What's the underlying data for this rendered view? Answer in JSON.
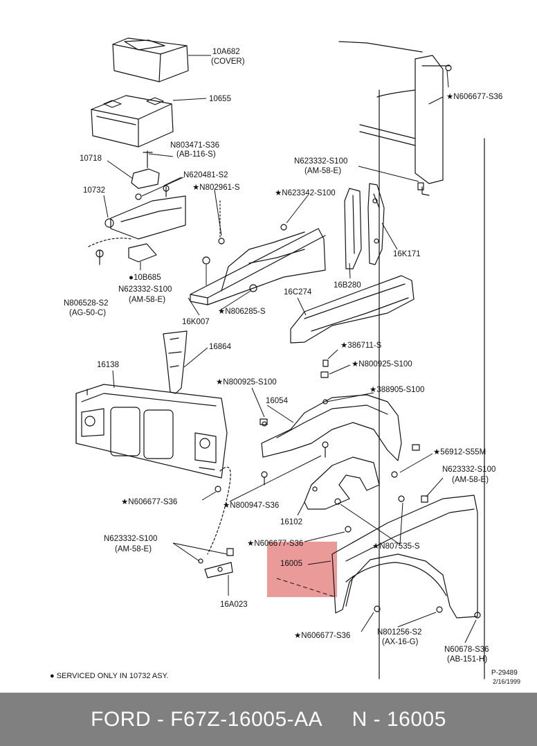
{
  "labels": [
    {
      "id": "l1",
      "text": "10A682"
    },
    {
      "id": "l2",
      "text": "(COVER)"
    },
    {
      "id": "l3",
      "text": "10655"
    },
    {
      "id": "l4",
      "text": "N803471-S36"
    },
    {
      "id": "l5",
      "text": "(AB-116-S)"
    },
    {
      "id": "l6",
      "text": "10718"
    },
    {
      "id": "l7",
      "text": "N620481-S2"
    },
    {
      "id": "l8",
      "text": "10732"
    },
    {
      "id": "l9",
      "text": "★N802961-S"
    },
    {
      "id": "l10",
      "text": "N623332-S100"
    },
    {
      "id": "l11",
      "text": "(AM-58-E)"
    },
    {
      "id": "l12",
      "text": "★N623342-S100"
    },
    {
      "id": "l13",
      "text": "★N606677-S36"
    },
    {
      "id": "l14",
      "text": "16K171"
    },
    {
      "id": "l15",
      "text": "N806528-S2"
    },
    {
      "id": "l16",
      "text": "(AG-50-C)"
    },
    {
      "id": "l17",
      "text": "●10B685"
    },
    {
      "id": "l18",
      "text": "N623332-S100"
    },
    {
      "id": "l19",
      "text": "(AM-58-E)"
    },
    {
      "id": "l20",
      "text": "16B280"
    },
    {
      "id": "l21",
      "text": "16C274"
    },
    {
      "id": "l22",
      "text": "16K007"
    },
    {
      "id": "l23",
      "text": "★N806285-S"
    },
    {
      "id": "l24",
      "text": "★386711-S"
    },
    {
      "id": "l25",
      "text": "16864"
    },
    {
      "id": "l26",
      "text": "★N800925-S100"
    },
    {
      "id": "l27",
      "text": "16138"
    },
    {
      "id": "l28",
      "text": "★N800925-S100"
    },
    {
      "id": "l29",
      "text": "★388905-S100"
    },
    {
      "id": "l30",
      "text": "16054"
    },
    {
      "id": "l31",
      "text": "★56912-S55M"
    },
    {
      "id": "l32",
      "text": "N623332-S100"
    },
    {
      "id": "l33",
      "text": "(AM-58-E)"
    },
    {
      "id": "l34",
      "text": "★N606677-S36"
    },
    {
      "id": "l35",
      "text": "★N800947-S36"
    },
    {
      "id": "l36",
      "text": "16102"
    },
    {
      "id": "l37",
      "text": "N623332-S100"
    },
    {
      "id": "l38",
      "text": "(AM-58-E)"
    },
    {
      "id": "l39",
      "text": "★N606677-S36"
    },
    {
      "id": "l40",
      "text": "★N807535-S"
    },
    {
      "id": "l41",
      "text": "16005"
    },
    {
      "id": "l42",
      "text": "16A023"
    },
    {
      "id": "l43",
      "text": "★N606677-S36"
    },
    {
      "id": "l44",
      "text": "N801256-S2"
    },
    {
      "id": "l45",
      "text": "(AX-16-G)"
    },
    {
      "id": "l46",
      "text": "N60678-S36"
    },
    {
      "id": "l47",
      "text": "(AB-151-H)"
    },
    {
      "id": "l48",
      "text": "P-29489"
    },
    {
      "id": "l49",
      "text": "2/16/1999"
    }
  ],
  "note": "● SERVICED ONLY IN 10732 ASY.",
  "footer": "FORD - F67Z-16005-AA     N - 16005",
  "colors": {
    "highlight": "#e88888",
    "footer_bg": "#808080",
    "line": "#111111"
  }
}
